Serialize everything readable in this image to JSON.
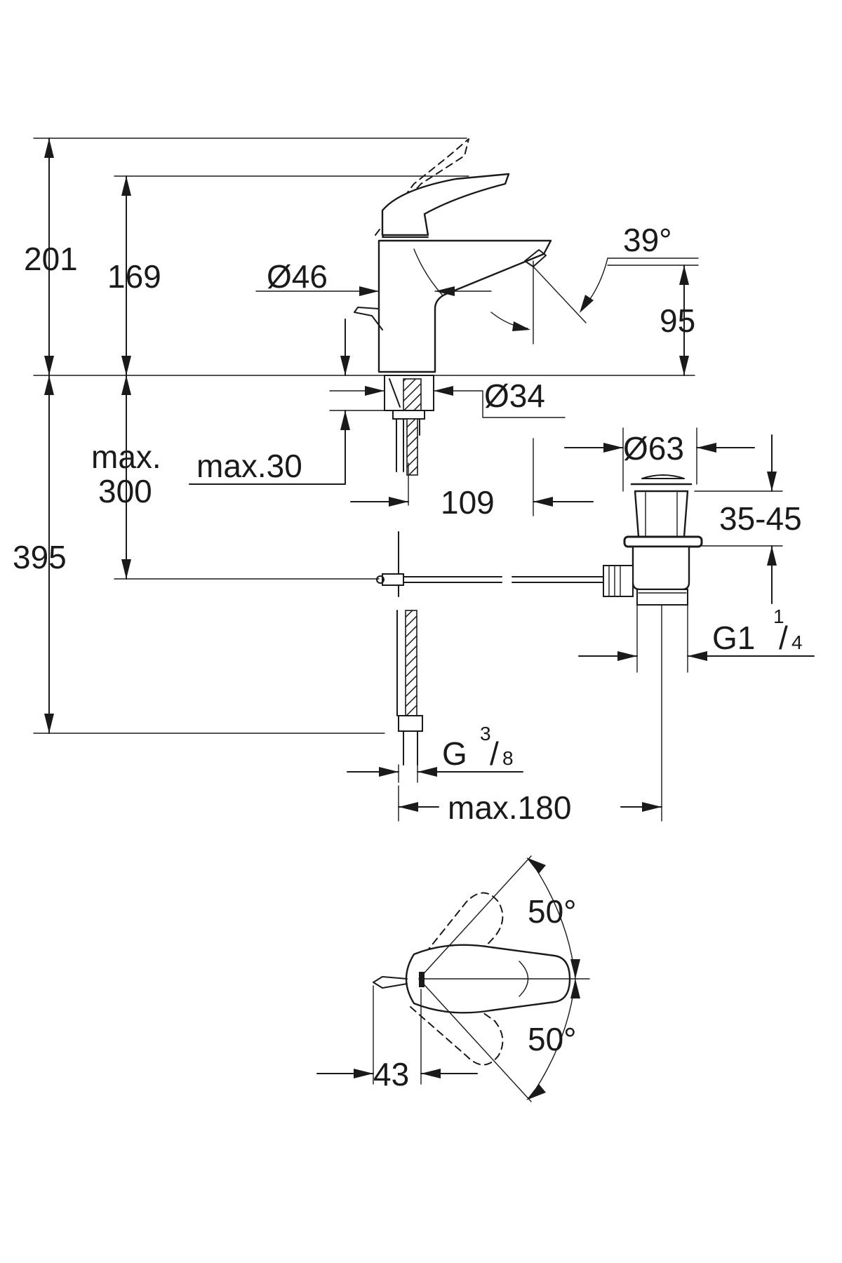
{
  "dimensions": {
    "d201": "201",
    "d169": "169",
    "d46": "Ø46",
    "d39": "39°",
    "d95": "95",
    "d34": "Ø34",
    "dmax300_line1": "max.",
    "dmax300_line2": "300",
    "dmax30": "max.30",
    "d109": "109",
    "d63": "Ø63",
    "d3545": "35-45",
    "d395": "395",
    "g114_main": "G1",
    "g114_num": "1",
    "g114_den": "4",
    "g38_main": "G",
    "g38_num": "3",
    "g38_den": "8",
    "dmax180": "max.180",
    "d50_top": "50°",
    "d50_bottom": "50°",
    "d43": "43"
  }
}
